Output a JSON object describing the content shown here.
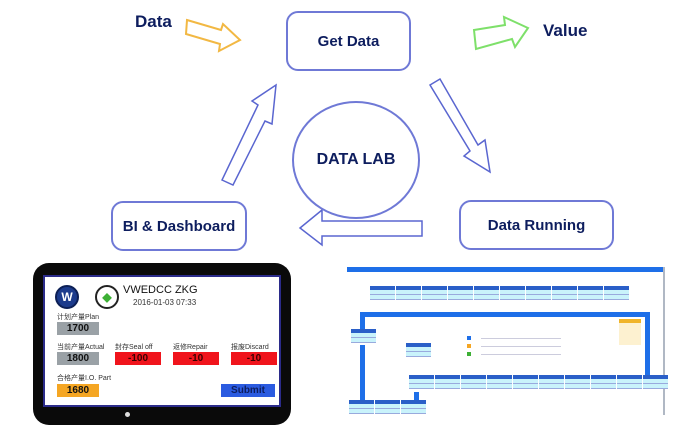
{
  "diagram": {
    "input_label": "Data",
    "output_label": "Value",
    "center": "DATA LAB",
    "nodes": {
      "get_data": "Get Data",
      "data_running": "Data Running",
      "bi_dashboard": "BI & Dashboard"
    },
    "colors": {
      "node_border": "#6f79d6",
      "text": "#0d1d5e",
      "input_arrow": "#f2b843",
      "output_arrow": "#7ee06a",
      "cycle_arrow": "#5a66d0"
    }
  },
  "tablet": {
    "title": "VWEDCC ZKG",
    "datetime": "2016-01-03 07:33",
    "logos": [
      "vw-logo",
      "skoda-logo"
    ],
    "fields": {
      "plan": {
        "label": "计划产量Plan",
        "value": "1700"
      },
      "actual": {
        "label": "当前产量Actual",
        "value": "1800"
      },
      "seal_off": {
        "label": "封存Seal off",
        "value": "-100"
      },
      "repair": {
        "label": "返修Repair",
        "value": "-10"
      },
      "discard": {
        "label": "报废Discard",
        "value": "-10"
      },
      "io_part": {
        "label": "合格产量I.O. Part",
        "value": "1680"
      }
    },
    "submit_label": "Submit"
  },
  "dashboard_preview": {
    "description": "Production line monitoring dashboard (illegible thumbnail)",
    "legend_colors": [
      "#1e6fe8",
      "#f5a623",
      "#3db035"
    ]
  }
}
